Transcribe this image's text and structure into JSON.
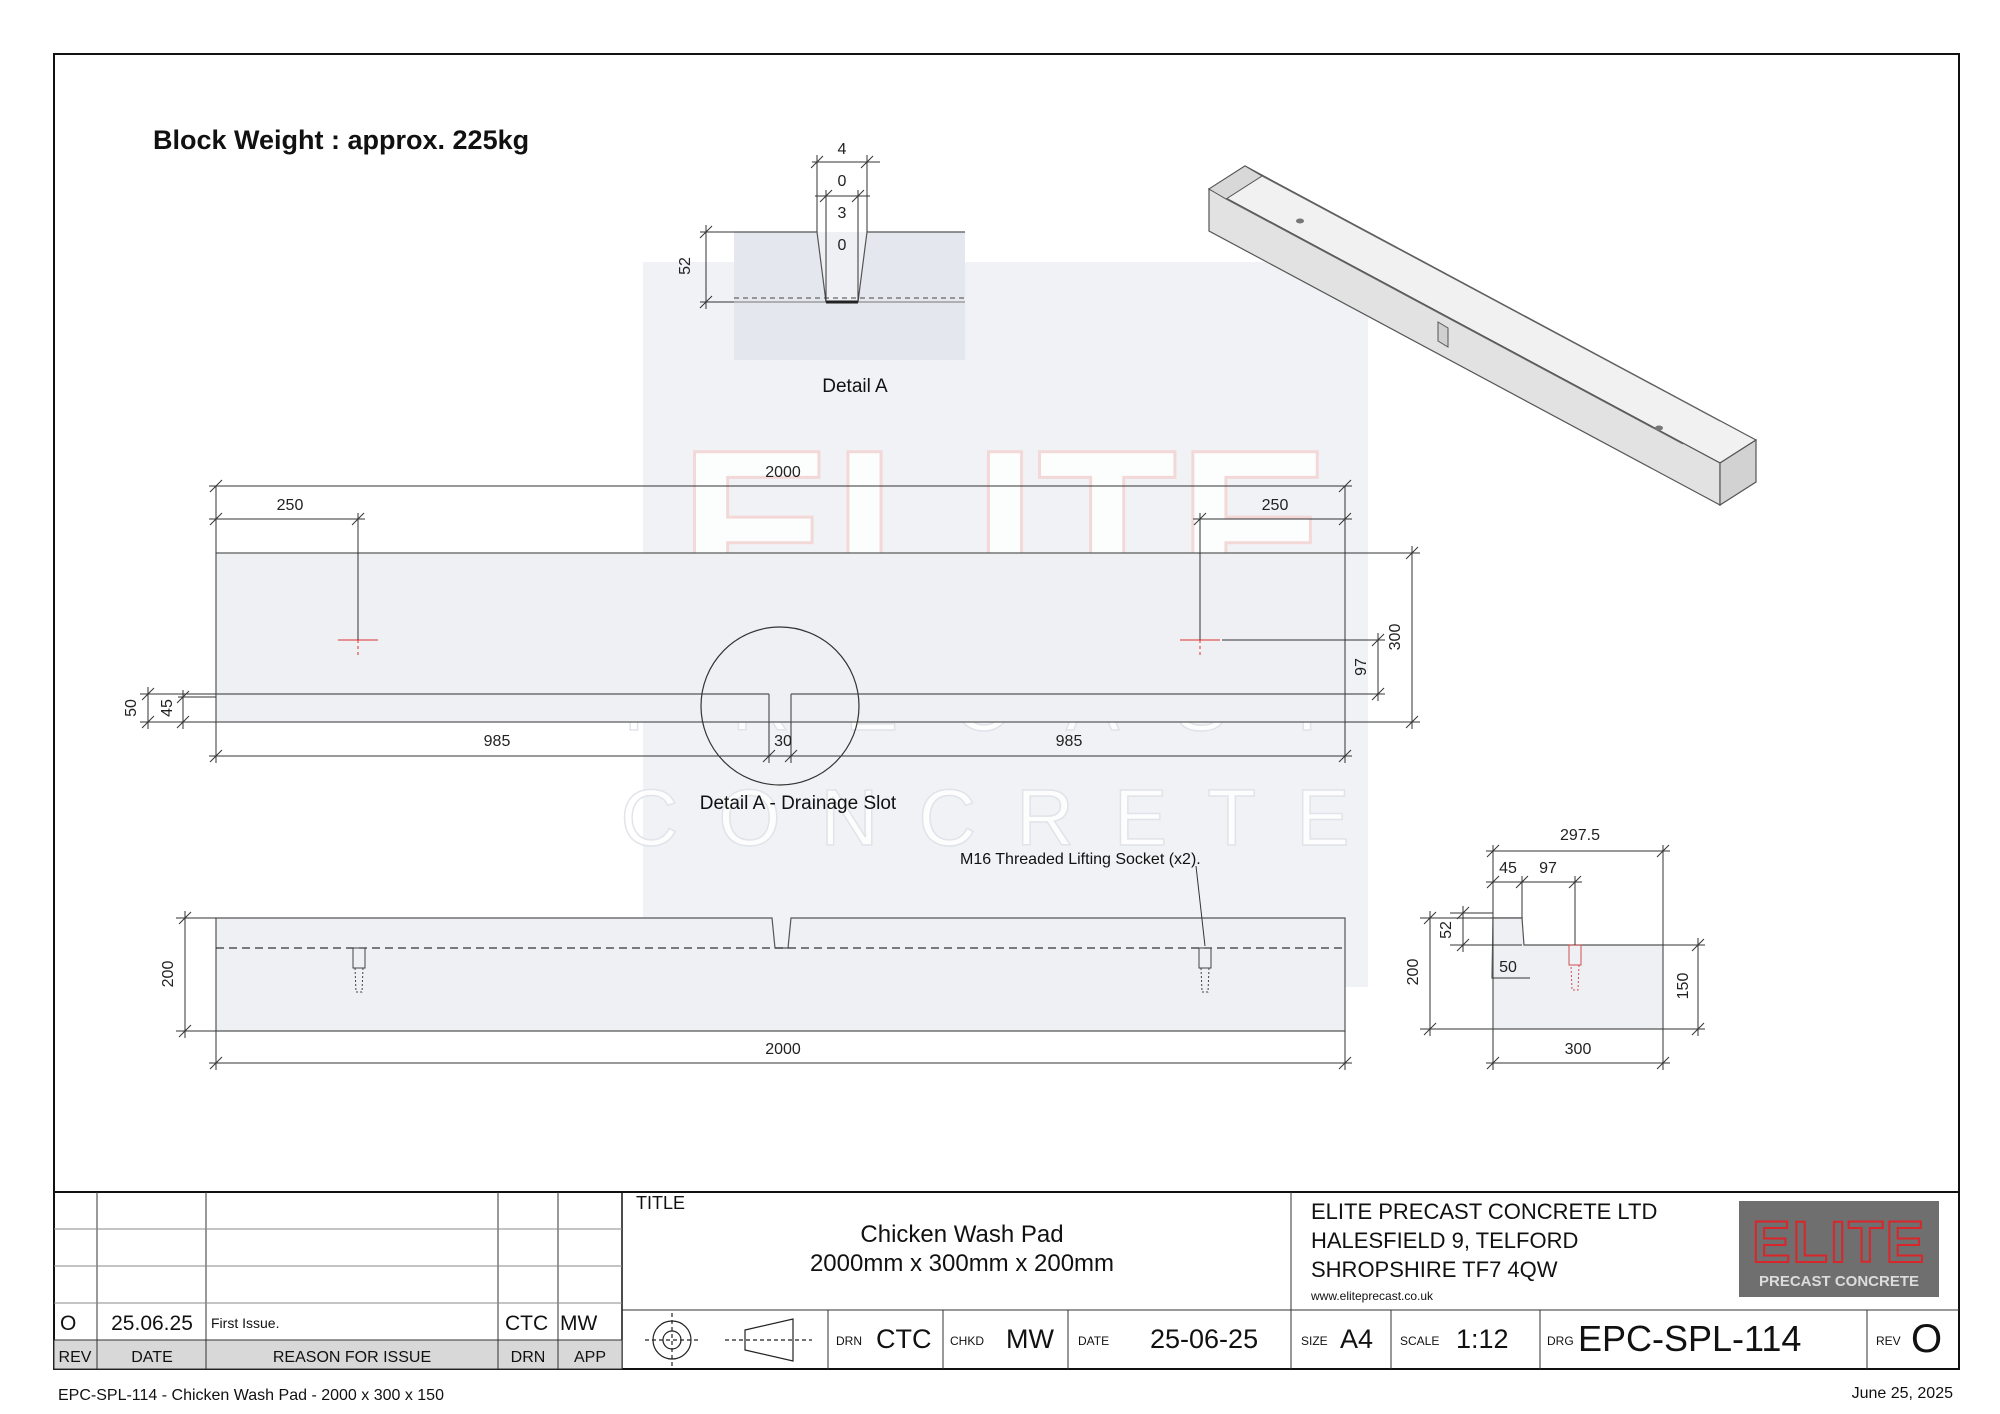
{
  "drawing": {
    "block_weight": "Block Weight : approx. 225kg",
    "watermark": {
      "line1": "ELITE",
      "line2": "PRECAST",
      "line3": "CONCRETE"
    },
    "detail_a": {
      "label": "Detail A",
      "dim_top_chars": [
        "4",
        "0"
      ],
      "dim_mid_chars": [
        "3",
        "0"
      ],
      "dim_depth": "52"
    },
    "plan": {
      "dim_overall": "2000",
      "dim_left_socket": "250",
      "dim_right_socket": "250",
      "dim_width": "300",
      "dim_socket_offset": "97",
      "dim_slot_outer": "50",
      "dim_slot_inner": "45",
      "dim_left_seg": "985",
      "dim_slot_width": "30",
      "dim_right_seg": "985",
      "detail_callout": "Detail A - Drainage Slot"
    },
    "elevation": {
      "socket_note": "M16 Threaded Lifting Socket (x2).",
      "dim_height": "200",
      "dim_length": "2000"
    },
    "section": {
      "dim_top": "297.5",
      "dim_a": "45",
      "dim_b": "97",
      "dim_lip": "52",
      "dim_step": "50",
      "dim_height": "200",
      "dim_body": "150",
      "dim_base": "300"
    }
  },
  "title_block": {
    "revisions": [
      {
        "rev": "O",
        "date": "25.06.25",
        "reason": "First Issue.",
        "drn": "CTC",
        "app": "MW"
      }
    ],
    "rev_headers": {
      "rev": "REV",
      "date": "DATE",
      "reason": "REASON FOR ISSUE",
      "drn": "DRN",
      "app": "APP"
    },
    "title_label": "TITLE",
    "title_line1": "Chicken Wash Pad",
    "title_line2": "2000mm x 300mm x 200mm",
    "company": {
      "line1": "ELITE PRECAST CONCRETE LTD",
      "line2": "HALESFIELD 9, TELFORD",
      "line3": "SHROPSHIRE TF7 4QW",
      "website": "www.eliteprecast.co.uk"
    },
    "logo": {
      "main": "ELITE",
      "sub": "PRECAST CONCRETE"
    },
    "fields": {
      "drn_label": "DRN",
      "drn_value": "CTC",
      "chkd_label": "CHKD",
      "chkd_value": "MW",
      "date_label": "DATE",
      "date_value": "25-06-25",
      "size_label": "SIZE",
      "size_value": "A4",
      "scale_label": "SCALE",
      "scale_value": "1:12",
      "drg_label": "DRG",
      "drg_value": "EPC-SPL-114",
      "rev_label": "REV",
      "rev_value": "O"
    }
  },
  "footer": {
    "left": "EPC-SPL-114 - Chicken Wash Pad - 2000 x 300 x 150",
    "right": "June 25, 2025"
  },
  "colors": {
    "part_fill": "#eef0f4",
    "watermark_red": "#c0392b",
    "logo_bg": "#6f6f6f",
    "logo_red": "#d9262b",
    "centre_mark": "#e03030"
  }
}
